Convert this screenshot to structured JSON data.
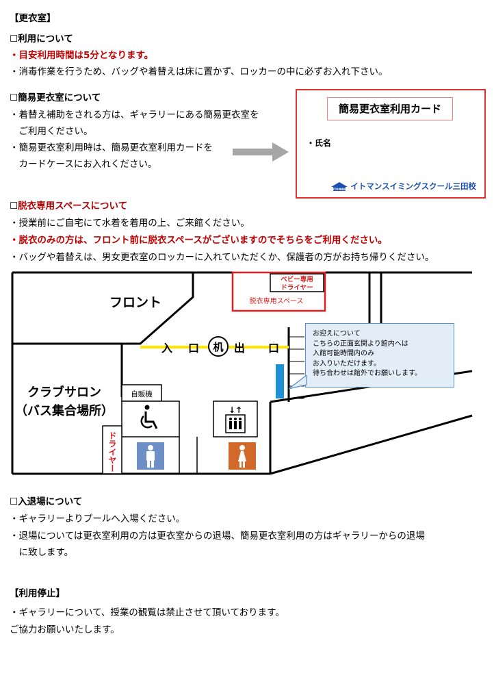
{
  "locker_room": {
    "heading": "【更衣室】",
    "usage_heading": "☐利用について",
    "usage_items": [
      "・目安利用時間は5分となります。",
      "・消毒作業を行うため、バッグや着替えは床に置かず、ロッカーの中に必ずお入れ下さい。"
    ]
  },
  "simple_room": {
    "heading": "☐簡易更衣室について",
    "items": [
      "・着替え補助をされる方は、ギャラリーにある簡易更衣室を",
      "　ご利用ください。",
      "・簡易更衣室利用時は、簡易更衣室利用カードを",
      "　カードケースにお入れください。"
    ]
  },
  "card": {
    "title": "簡易更衣室利用カード",
    "name_label": "・氏名",
    "logo_small": "ITOMAN",
    "logo_text": "イトマンスイミングスクール三田校"
  },
  "undress": {
    "heading_prefix": "☐",
    "heading_red": "脱衣専用スペースについて",
    "items": [
      "・授業前にご自宅にて水着を着用の上、ご来館ください。",
      "・脱衣のみの方は、フロント前に脱衣スペースがございますのでそちらをご利用ください。",
      "・バッグや着替えは、男女更衣室のロッカーに入れていただくか、保護者の方がお持ち帰りください。"
    ]
  },
  "map": {
    "front": "フロント",
    "baby_dryer_1": "ベビー専用",
    "baby_dryer_2": "ドライヤー",
    "undress_space": "脱衣専用スペース",
    "entrance": [
      "入",
      "口"
    ],
    "desk": "机",
    "exit": [
      "出",
      "口"
    ],
    "club_salon_1": "クラブサロン",
    "club_salon_2": "（バス集合場所）",
    "vending": "自販機",
    "dryer": "ドライヤー",
    "notice": [
      "お迎えについて",
      "こちらの正面玄関より館内へは",
      "入館可能時間内のみ",
      "お入りいただけます。",
      "待ち合わせは館外でお願いします。"
    ]
  },
  "entry": {
    "heading": "☐入退場について",
    "items": [
      "・ギャラリーよりプールへ入場ください。",
      "・退場については更衣室利用の方は更衣室からの退場、簡易更衣室利用の方はギャラリーからの退場",
      "　に致します。"
    ]
  },
  "suspension": {
    "heading": "【利用停止】",
    "items": [
      "・ギャラリーについて、授業の観覧は禁止させて頂いております。",
      "ご協力お願いいたします。"
    ]
  },
  "colors": {
    "accent_red": "#c00000",
    "map_yellow": "#ffe600",
    "notice_blue": "#5b8fc9"
  }
}
